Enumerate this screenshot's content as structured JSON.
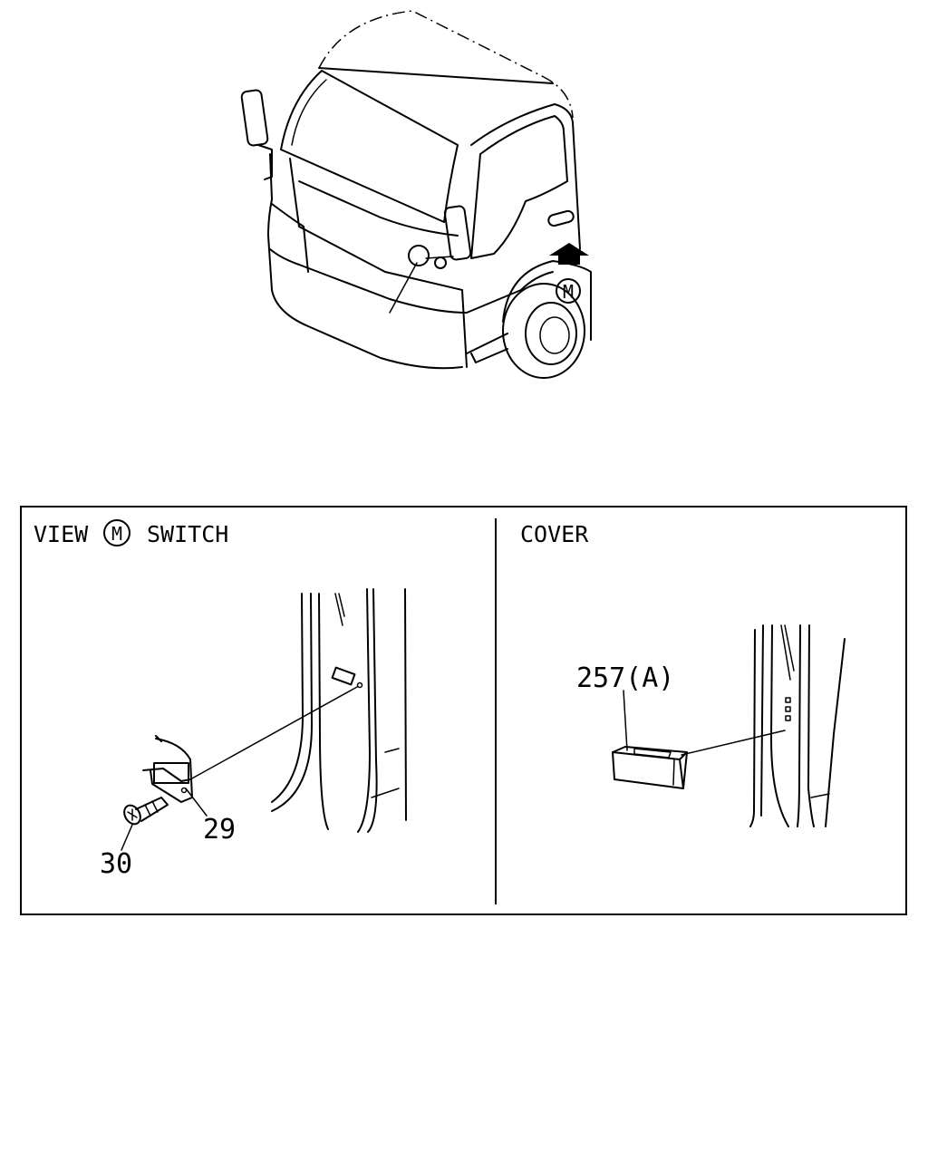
{
  "view_label": "VIEW",
  "view_marker": "M",
  "switch_label": "SWITCH",
  "cover_label": "COVER",
  "callout_marker": "M",
  "parts": {
    "p29": "29",
    "p30": "30",
    "p257": "257(A)"
  }
}
